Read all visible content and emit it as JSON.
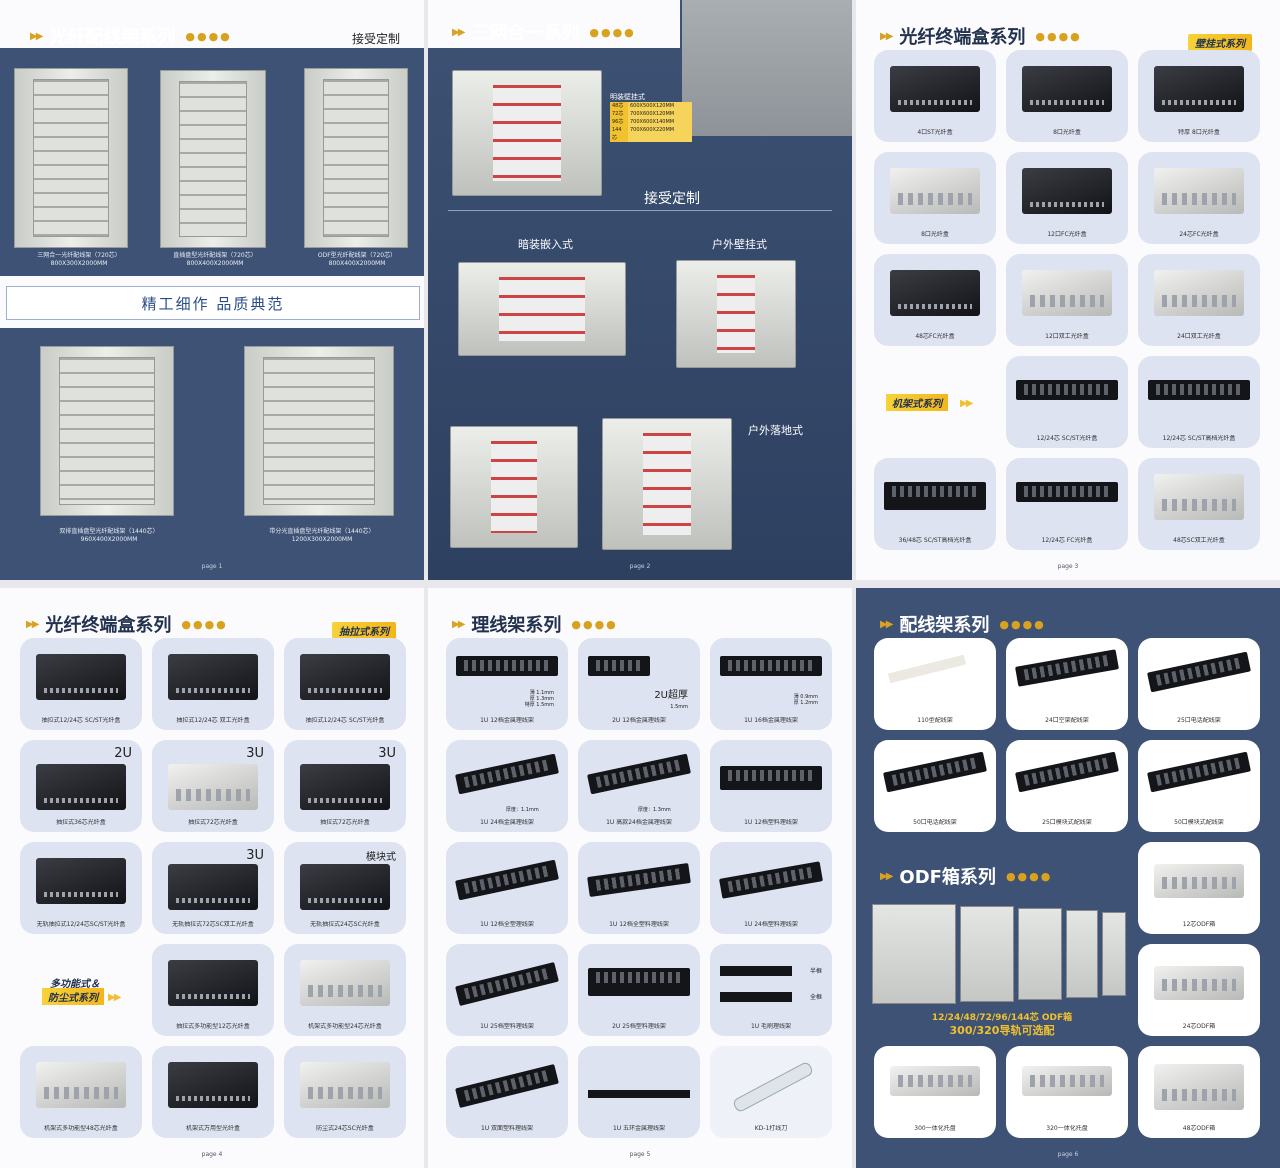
{
  "page1": {
    "title": "光纤配线架系列",
    "tag": "接受定制",
    "row1": [
      {
        "cap1": "三网合一光纤配线架（720芯）",
        "cap2": "800X300X2000MM"
      },
      {
        "cap1": "直插盘型光纤配线架（720芯）",
        "cap2": "800X400X2000MM"
      },
      {
        "cap1": "ODF型光纤配线架（720芯）",
        "cap2": "800X400X2000MM"
      }
    ],
    "banner": "精工细作    品质典范",
    "row2": [
      {
        "cap1": "双排直插盘型光纤配线架（1440芯）",
        "cap2": "960X400X2000MM"
      },
      {
        "cap1": "带分光直插盘型光纤配线架（1440芯）",
        "cap2": "1200X300X2000MM"
      }
    ],
    "page": "page 1"
  },
  "page2": {
    "title": "三网合一系列",
    "spec_title": "明装壁挂式",
    "specs": [
      {
        "k": "48芯",
        "v": "600X500X120MM"
      },
      {
        "k": "72芯",
        "v": "700X600X120MM"
      },
      {
        "k": "96芯",
        "v": "700X600X140MM"
      },
      {
        "k": "144芯",
        "v": "700X600X220MM"
      }
    ],
    "custom": "接受定制",
    "labels": {
      "embed": "暗装嵌入式",
      "outdoor_wall": "户外壁挂式",
      "outdoor_floor": "户外落地式"
    },
    "page": "page 2"
  },
  "page3": {
    "title": "光纤终端盒系列",
    "tag": "壁挂式系列",
    "rack_flag": "机架式系列",
    "items": [
      "4口ST光纤盒",
      "8口光纤盒",
      "特厚 8口光纤盒",
      "8口光纤盒",
      "12口FC光纤盒",
      "24芯FC光纤盒",
      "48芯FC光纤盒",
      "12口双工光纤盒",
      "24口双工光纤盒",
      "12/24芯 SC/ST光纤盒",
      "12/24芯 SC/ST高档光纤盒",
      "36/48芯 SC/ST高档光纤盒",
      "12/24芯 FC光纤盒",
      "48芯SC双工光纤盒"
    ],
    "page": "page 3"
  },
  "page4": {
    "title": "光纤终端盒系列",
    "tag": "抽拉式系列",
    "multi_flag_1": "多功能式＆",
    "multi_flag_2": "防尘式系列",
    "marks": {
      "m2u": "2U",
      "m3u": "3U",
      "mod": "模块式"
    },
    "items": [
      "抽拉式12/24芯 SC/ST光纤盒",
      "抽拉式12/24芯 双工光纤盒",
      "抽拉式12/24芯 SC/ST光纤盒",
      "抽拉式36芯光纤盒",
      "抽拉式72芯光纤盒",
      "抽拉式72芯光纤盒",
      "无轨抽拉式12/24芯SC/ST光纤盒",
      "无轨抽拉式72芯SC双工光纤盒",
      "无轨抽拉式24芯SC光纤盒",
      "抽拉式多功能型12芯光纤盒",
      "机架式多功能型24芯光纤盒",
      "机架式多功能型48芯光纤盒",
      "机架式万用型光纤盒",
      "防尘式24芯SC光纤盒"
    ],
    "page": "page 4"
  },
  "page5": {
    "title": "理线架系列",
    "notes": {
      "n1": "薄 1.1mm\n厚 1.3mm\n特厚 1.5mm",
      "n2u": "2U超厚",
      "n2": "1.5mm",
      "n3": "薄 0.9mm\n厚 1.2mm",
      "n4": "厚度：1.1mm",
      "n5": "厚度：1.3mm",
      "half": "半框",
      "full": "全框"
    },
    "items": [
      "1U 12档金属理线架",
      "2U 12档金属理线架",
      "1U 16档金属理线架",
      "1U 24档金属理线架",
      "1U 高款24档金属理线架",
      "1U 12档塑料理线架",
      "1U 12档全塑理线架",
      "1U 12档全塑料理线架",
      "1U 24档塑料理线架",
      "1U 25档塑料理线架",
      "2U 25档塑料理线架",
      "1U 毛刷理线架",
      "1U 双面塑料理线架",
      "1U 五环金属理线架",
      "KD-1打线刀"
    ],
    "page": "page 5"
  },
  "page6": {
    "title": "配线架系列",
    "odf_title": "ODF箱系列",
    "items": [
      "110型配线架",
      "24口空架配线架",
      "25口电话配线架",
      "50口电话配线架",
      "25口模块式配线架",
      "50口模块式配线架"
    ],
    "odf_items": [
      "12芯ODF箱",
      "24芯ODF箱",
      "48芯ODF箱",
      "300一体化托盘",
      "320一体化托盘"
    ],
    "odf_line1": "12/24/48/72/96/144芯 ODF箱",
    "odf_line2": "300/320导轨可选配",
    "page": "page 6"
  }
}
